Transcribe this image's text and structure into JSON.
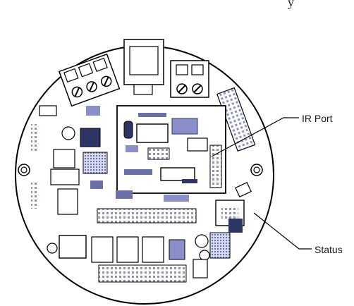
{
  "callouts": {
    "ir_port": "IR Port",
    "status": "Status"
  },
  "top_fragment": "y",
  "colors": {
    "board_outline": "#000000",
    "component_fill": "#8a8fc9",
    "component_dark": "#2e3566",
    "trace": "#6b6fa8",
    "line": "#222222",
    "background": "#ffffff"
  },
  "icons": [
    "mounting-hole-icon",
    "terminal-screw-icon"
  ]
}
